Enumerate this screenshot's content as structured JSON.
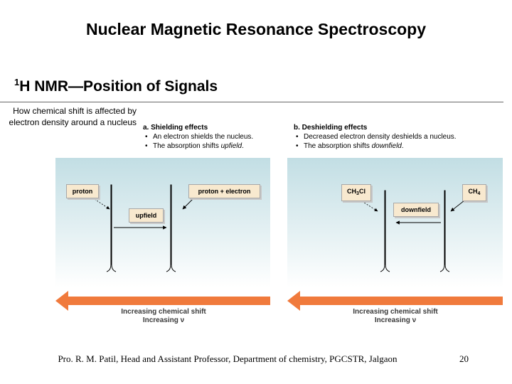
{
  "title": "Nuclear Magnetic Resonance Spectroscopy",
  "subtitle": {
    "superscript": "1",
    "text": "H NMR—Position of Signals"
  },
  "side_note": "How chemical shift is affected by electron density around a nucleus",
  "shielding": {
    "heading": "a. Shielding effects",
    "bullet1": "An electron shields the nucleus.",
    "bullet2_prefix": "The absorption shifts ",
    "bullet2_em": "upfield",
    "bullet2_suffix": ".",
    "label_proton": "proton",
    "label_proton_electron": "proton + electron",
    "label_shift": "upfield",
    "caption_line1": "Increasing chemical shift",
    "caption_line2": "Increasing ν"
  },
  "deshielding": {
    "heading": "b. Deshielding effects",
    "bullet1": "Decreased electron density deshields a nucleus.",
    "bullet2_prefix": "The absorption shifts ",
    "bullet2_em": "downfield",
    "bullet2_suffix": ".",
    "label_ch3cl_main": "CH",
    "label_ch3cl_sub": "3",
    "label_ch3cl_tail": "Cl",
    "label_ch4_main": "CH",
    "label_ch4_sub": "4",
    "label_shift": "downfield",
    "caption_line1": "Increasing chemical shift",
    "caption_line2": "Increasing ν"
  },
  "colors": {
    "arrow": "#f07a3c",
    "label_fill": "#f8e9cf",
    "panel_top": "#c2dee4"
  },
  "footer": "Pro. R. M. Patil, Head and Assistant Professor, Department of chemistry, PGCSTR, Jalgaon",
  "page_number": "20"
}
